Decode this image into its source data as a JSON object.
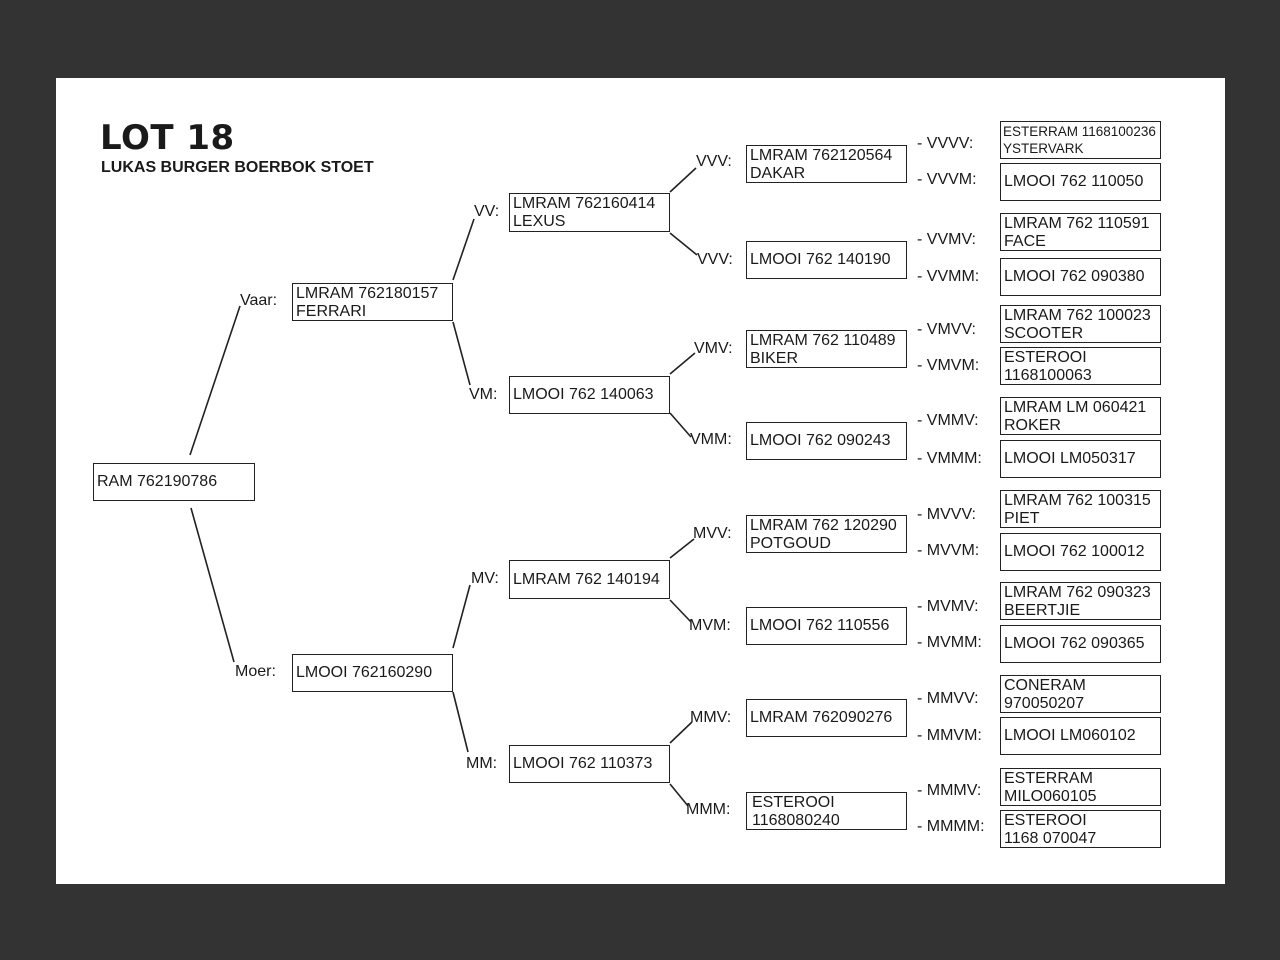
{
  "header": {
    "title": "LOT 18",
    "subtitle": "LUKAS BURGER BOERBOK STOET"
  },
  "pedigree": {
    "subject": "RAM 762190786",
    "gen1": {
      "vaar": {
        "label": "Vaar:",
        "line1": "LMRAM 762180157",
        "line2": "FERRARI"
      },
      "moer": {
        "label": "Moer:",
        "line1": "LMOOI 762160290"
      }
    },
    "gen2": {
      "vv": {
        "label": "VV:",
        "line1": "LMRAM 762160414",
        "line2": "LEXUS"
      },
      "vm": {
        "label": "VM:",
        "line1": "LMOOI 762 140063"
      },
      "mv": {
        "label": "MV:",
        "line1": "LMRAM 762 140194"
      },
      "mm": {
        "label": "MM:",
        "line1": "LMOOI 762 110373"
      }
    },
    "gen3": {
      "vvv": {
        "label": "VVV:",
        "line1": "LMRAM 762120564",
        "line2": "DAKAR"
      },
      "vvm": {
        "label": "VVV:",
        "line1": "LMOOI 762 140190"
      },
      "vmv": {
        "label": "VMV:",
        "line1": "LMRAM 762 110489",
        "line2": "BIKER"
      },
      "vmm": {
        "label": "VMM:",
        "line1": "LMOOI 762 090243"
      },
      "mvv": {
        "label": "MVV:",
        "line1": "LMRAM 762 120290",
        "line2": "POTGOUD"
      },
      "mvm": {
        "label": "MVM:",
        "line1": "LMOOI 762 110556"
      },
      "mmv": {
        "label": "MMV:",
        "line1": "LMRAM 762090276"
      },
      "mmm": {
        "label": "MMM:",
        "line1": "ESTEROOI",
        "line2": "1168080240"
      }
    },
    "gen4": {
      "vvvv": {
        "label": "- VVVV:",
        "line1": "ESTERRAM 1168100236",
        "line2": "YSTERVARK"
      },
      "vvvm": {
        "label": "- VVVM:",
        "line1": "LMOOI 762 110050"
      },
      "vvmv": {
        "label": "- VVMV:",
        "line1": "LMRAM 762 110591",
        "line2": "FACE"
      },
      "vvmm": {
        "label": "- VVMM:",
        "line1": "LMOOI 762 090380"
      },
      "vmvv": {
        "label": "- VMVV:",
        "line1": "LMRAM 762 100023",
        "line2": "SCOOTER"
      },
      "vmvm": {
        "label": "- VMVM:",
        "line1": "ESTEROOI",
        "line2": "1168100063"
      },
      "vmmv": {
        "label": "- VMMV:",
        "line1": "LMRAM LM 060421",
        "line2": "ROKER"
      },
      "vmmm": {
        "label": "- VMMM:",
        "line1": "LMOOI LM050317"
      },
      "mvvv": {
        "label": "- MVVV:",
        "line1": "LMRAM 762 100315",
        "line2": "PIET"
      },
      "mvvm": {
        "label": "- MVVM:",
        "line1": "LMOOI 762 100012"
      },
      "mvmv": {
        "label": "- MVMV:",
        "line1": "LMRAM 762 090323",
        "line2": "BEERTJIE"
      },
      "mvmm": {
        "label": "- MVMM:",
        "line1": "LMOOI 762 090365"
      },
      "mmvv": {
        "label": "- MMVV:",
        "line1": "CONERAM",
        "line2": "970050207"
      },
      "mmvm": {
        "label": "- MMVM:",
        "line1": "LMOOI LM060102"
      },
      "mmmv": {
        "label": "- MMMV:",
        "line1": "ESTERRAM",
        "line2": "MILO060105"
      },
      "mmmm": {
        "label": "- MMMM:",
        "line1": "ESTEROOI",
        "line2": "1168 070047"
      }
    }
  },
  "colors": {
    "background": "#333333",
    "sheet": "#ffffff",
    "ink": "#1a1a1a"
  }
}
